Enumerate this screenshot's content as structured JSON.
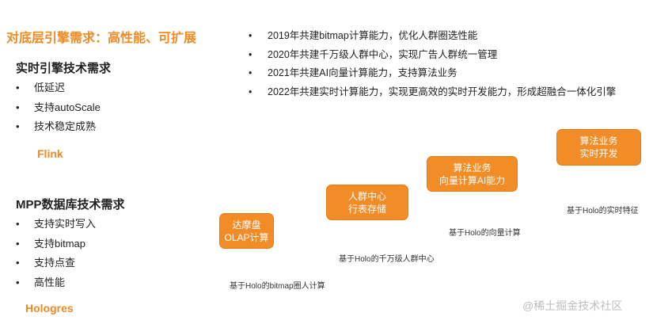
{
  "title": "对底层引擎需求：高性能、可扩展",
  "realtime": {
    "heading": "实时引擎技术需求",
    "items": [
      "低延迟",
      "支持autoScale",
      "技术稳定成熟"
    ],
    "brand": "Flink"
  },
  "mpp": {
    "heading": "MPP数据库技术需求",
    "items": [
      "支持实时写入",
      "支持bitmap",
      "支持点查",
      "高性能"
    ],
    "brand": "Hologres"
  },
  "bullet_glyph": "•",
  "timeline": [
    "2019年共建bitmap计算能力，优化人群圈选性能",
    "2020年共建千万级人群中心，实现广告人群统一管理",
    "2021年共建AI向量计算能力，支持算法业务",
    "2022年共建实时计算能力，实现更高效的实时开发能力，形成超融合一体化引擎"
  ],
  "stages": [
    {
      "line1": "达摩盘",
      "line2": "OLAP计算",
      "caption": "基于Holo的bitmap圈人计算"
    },
    {
      "line1": "人群中心",
      "line2": "行表存储",
      "caption": "基于Holo的千万级人群中心"
    },
    {
      "line1": "算法业务",
      "line2": "向量计算AI能力",
      "caption": "基于Holo的向量计算"
    },
    {
      "line1": "算法业务",
      "line2": "实时开发",
      "caption": "基于Holo的实时特征"
    }
  ],
  "watermark": "@稀土掘金技术社区",
  "colors": {
    "accent": "#F08A24",
    "box": "#F28C26",
    "text": "#222222"
  }
}
